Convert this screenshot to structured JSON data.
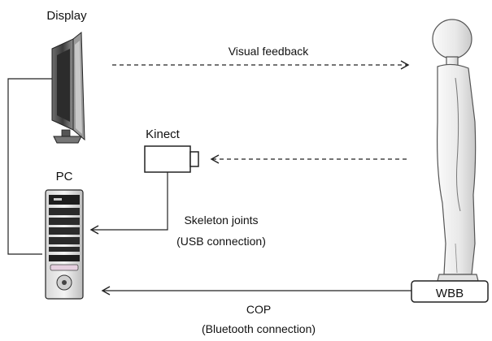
{
  "labels": {
    "display": "Display",
    "pc": "PC",
    "kinect": "Kinect",
    "visual_feedback": "Visual feedback",
    "skeleton_joints": "Skeleton joints",
    "usb_connection": "(USB connection)",
    "cop": "COP",
    "bluetooth_connection": "(Bluetooth connection)",
    "wbb": "WBB"
  },
  "icons": {
    "display": "monitor-icon",
    "pc": "desktop-tower-icon",
    "kinect": "depth-camera-icon",
    "person": "standing-person-icon",
    "wbb": "balance-board-icon"
  },
  "colors": {
    "line": "#222222",
    "monitor_dark": "#3a3a3a",
    "monitor_light": "#9a9a9a",
    "person_fill": "#f2f2f2",
    "person_stroke": "#555555"
  }
}
